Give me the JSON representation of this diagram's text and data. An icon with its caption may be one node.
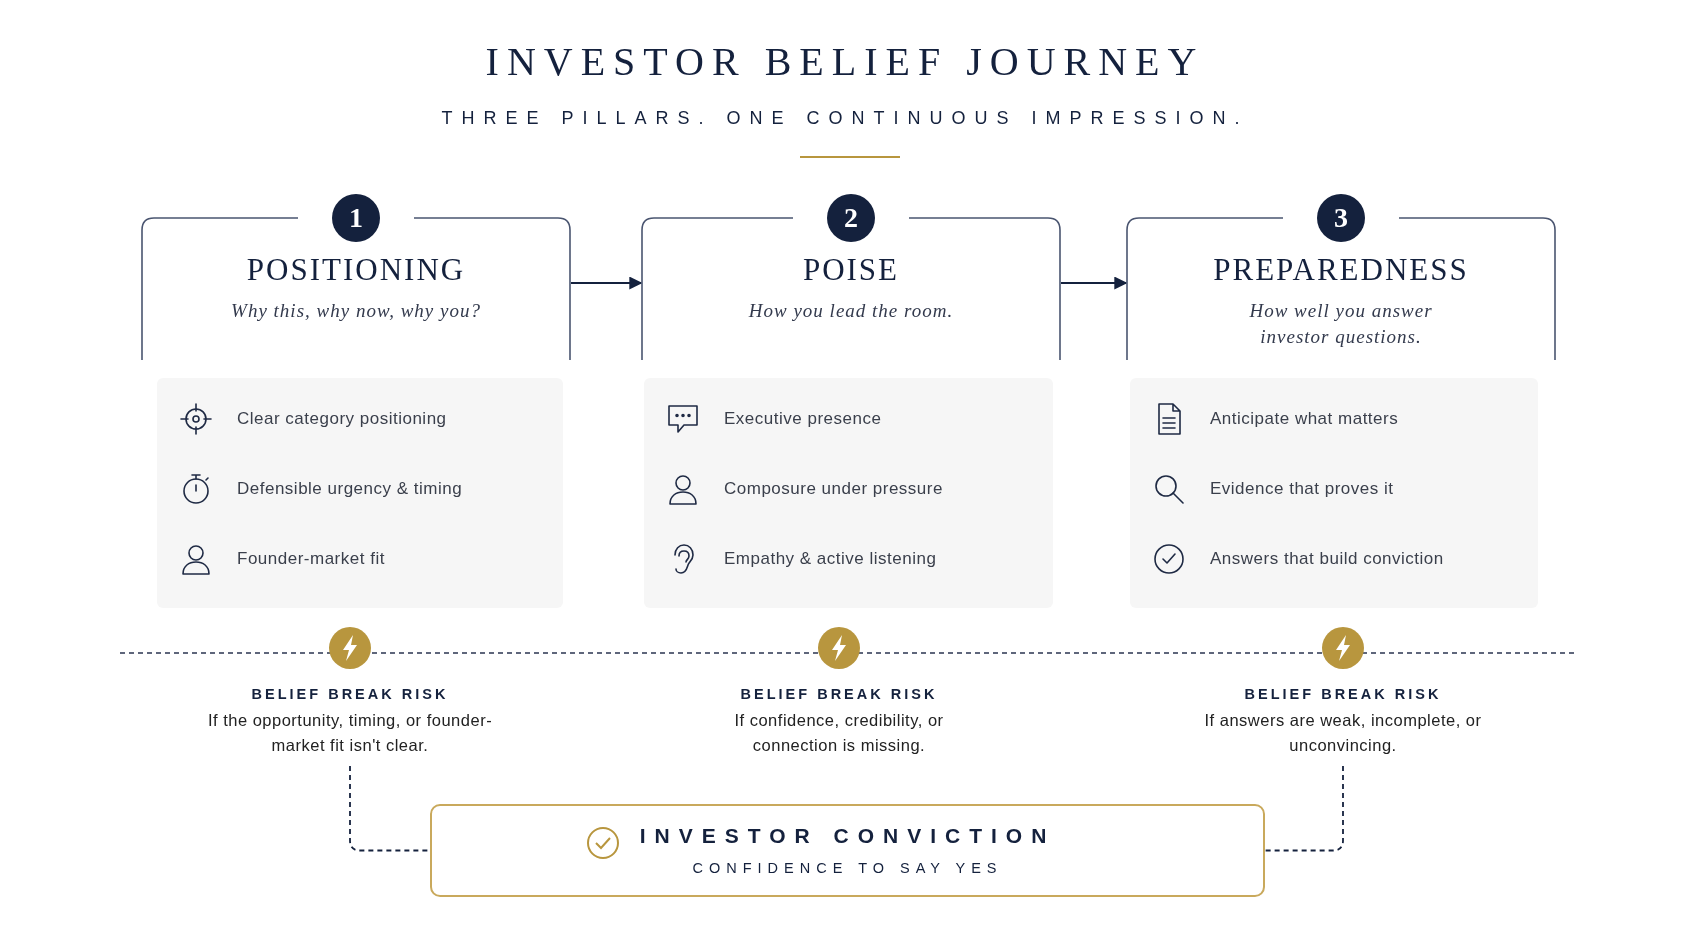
{
  "diagram": {
    "title": "INVESTOR BELIEF JOURNEY",
    "nodes": [
      {
        "text": [
          "1",
          "POSITIONING",
          "Why this, why now, why you?"
        ]
      },
      {
        "text": [
          "2",
          "POISE",
          "How you lead the room."
        ]
      },
      {
        "text": [
          "3",
          "PREPAREDNESS",
          "How well you answer investor questions."
        ]
      },
      {
        "text": [],
        "shape": "box"
      },
      {
        "text": [
          "Clear category positioning"
        ],
        "in": 3
      },
      {
        "text": [
          "Defensible urgency & timing"
        ],
        "in": 3
      },
      {
        "text": [
          "Founder-market fit"
        ],
        "in": 3
      },
      {
        "text": [],
        "shape": "box"
      },
      {
        "text": [
          "Executive presence"
        ],
        "in": 7
      },
      {
        "text": [
          "Composure under pressure"
        ],
        "in": 7
      },
      {
        "text": [
          "Empathy & active listening"
        ],
        "in": 7
      },
      {
        "text": [],
        "shape": "box"
      },
      {
        "text": [
          "Anticipate what matters"
        ],
        "in": 11
      },
      {
        "text": [
          "Evidence that proves it"
        ],
        "in": 11
      },
      {
        "text": [
          "Answers that build conviction"
        ],
        "in": 11
      },
      {
        "text": [
          "BELIEF BREAK RISK",
          "If the opportunity, timing, or founder-market fit isn't clear."
        ]
      },
      {
        "text": [
          "BELIEF BREAK RISK",
          "If confidence, credibility, or connection is missing."
        ]
      },
      {
        "text": [
          "BELIEF BREAK RISK",
          "If answers are weak, incomplete, or unconvincing."
        ]
      },
      {
        "text": [
          "INVESTOR CONVICTION",
          "CONFIDENCE TO SAY YES"
        ]
      }
    ],
    "edges": [
      {
        "from": 0,
        "to": 1,
        "arrow": "to"
      },
      {
        "from": 1,
        "to": 2,
        "arrow": "to"
      },
      {
        "from": 15,
        "to": 18,
        "arrow": "none",
        "style": "dashed"
      },
      {
        "from": 17,
        "to": 18,
        "arrow": "none",
        "style": "dashed"
      }
    ],
    "labels": [
      "THREE PILLARS. ONE CONTINUOUS IMPRESSION."
    ]
  }
}
